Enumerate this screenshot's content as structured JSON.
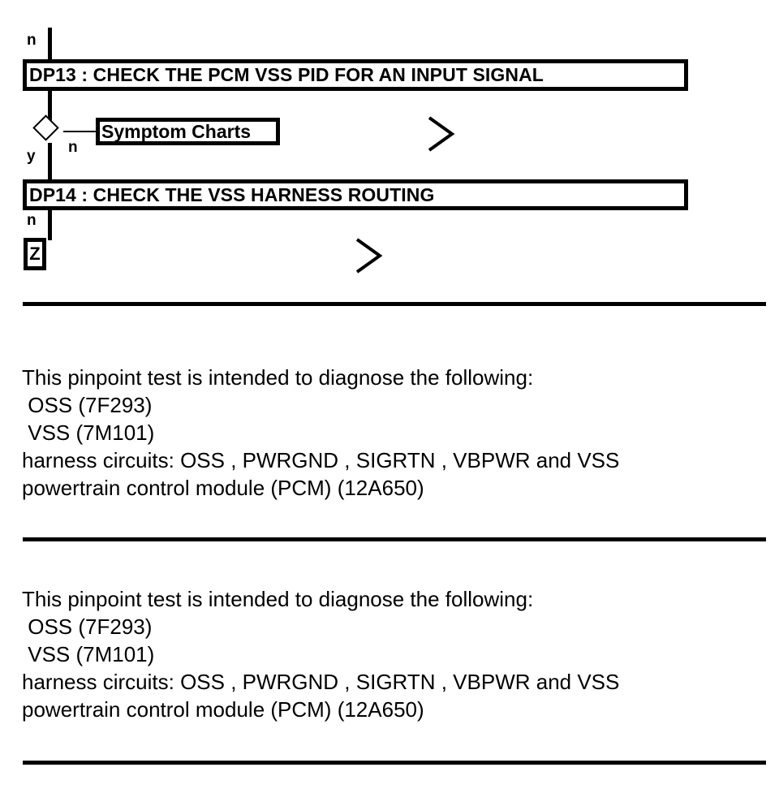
{
  "flowchart": {
    "branch_labels": {
      "top_n": "n",
      "decision_y": "y",
      "decision_n": "n",
      "bottom_n": "n"
    },
    "steps": [
      {
        "id": "dp13",
        "label": "DP13 : CHECK THE PCM VSS PID FOR AN INPUT SIGNAL"
      },
      {
        "id": "dp14",
        "label": "DP14 : CHECK THE VSS HARNESS ROUTING"
      }
    ],
    "reference_box": {
      "label": "Symptom Charts"
    },
    "connector_tags": [
      {
        "id": "z",
        "label": "Z"
      }
    ],
    "chevrons": [
      {
        "id": "chevron-1",
        "glyph": "〉"
      },
      {
        "id": "chevron-2",
        "glyph": "〉"
      }
    ]
  },
  "text_blocks": [
    {
      "id": "pinpoint-test-block-1",
      "lines": [
        "This pinpoint test is intended to diagnose the following:",
        " OSS (7F293)",
        " VSS (7M101)",
        "harness circuits: OSS , PWRGND , SIGRTN , VBPWR and VSS",
        "powertrain control module (PCM) (12A650)"
      ]
    },
    {
      "id": "pinpoint-test-block-2",
      "lines": [
        "This pinpoint test is intended to diagnose the following:",
        " OSS (7F293)",
        " VSS (7M101)",
        "harness circuits: OSS , PWRGND , SIGRTN , VBPWR and VSS",
        "powertrain control module (PCM) (12A650)"
      ]
    }
  ],
  "rules": [
    {
      "id": "rule-1"
    },
    {
      "id": "rule-2"
    },
    {
      "id": "rule-3"
    }
  ],
  "colors": {
    "ink": "#000000",
    "paper": "#ffffff"
  }
}
